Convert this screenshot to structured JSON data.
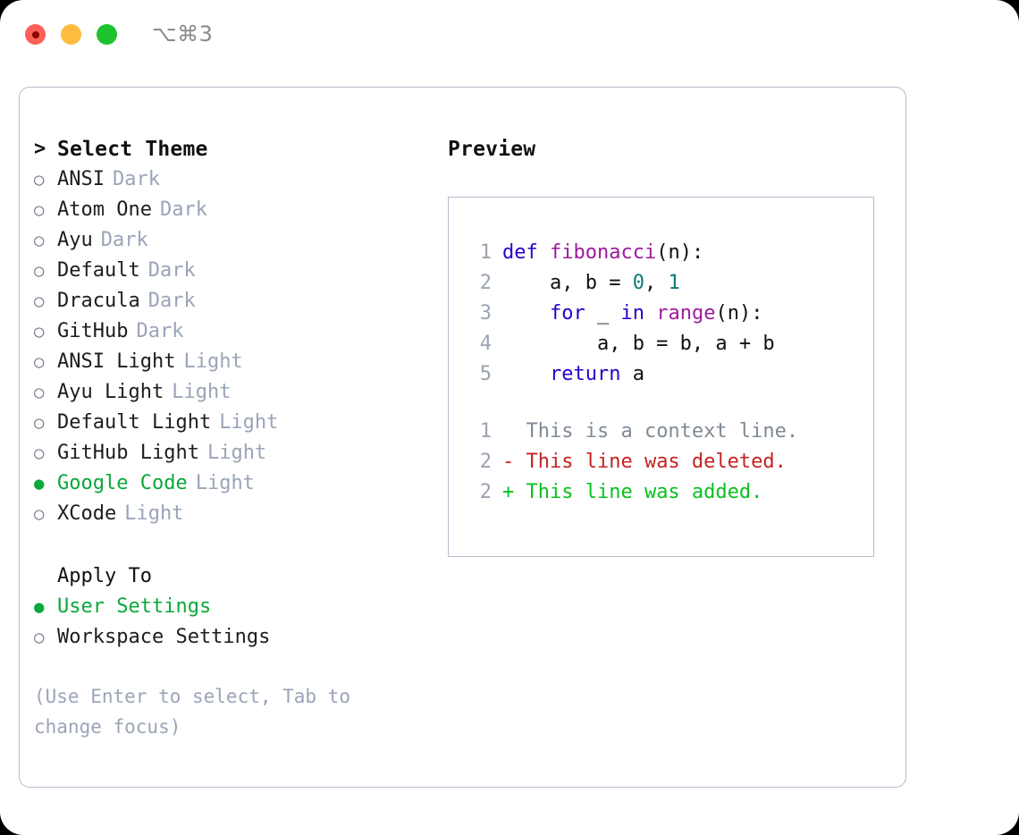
{
  "titlebar": {
    "shortcut": "⌥⌘3",
    "buttons": [
      {
        "name": "close",
        "color": "#fb6159"
      },
      {
        "name": "minimize",
        "color": "#fdbc40"
      },
      {
        "name": "maximize",
        "color": "#1ec22e"
      }
    ]
  },
  "theme_picker": {
    "heading_caret": ">",
    "heading": "Select Theme",
    "bullet_selected": "●",
    "bullet_unselected": "○",
    "items": [
      {
        "name": "ANSI",
        "tag": "Dark",
        "selected": false
      },
      {
        "name": "Atom One",
        "tag": "Dark",
        "selected": false
      },
      {
        "name": "Ayu",
        "tag": "Dark",
        "selected": false
      },
      {
        "name": "Default",
        "tag": "Dark",
        "selected": false
      },
      {
        "name": "Dracula",
        "tag": "Dark",
        "selected": false
      },
      {
        "name": "GitHub",
        "tag": "Dark",
        "selected": false
      },
      {
        "name": "ANSI Light",
        "tag": "Light",
        "selected": false
      },
      {
        "name": "Ayu Light",
        "tag": "Light",
        "selected": false
      },
      {
        "name": "Default Light",
        "tag": "Light",
        "selected": false
      },
      {
        "name": "GitHub Light",
        "tag": "Light",
        "selected": false
      },
      {
        "name": "Google Code",
        "tag": "Light",
        "selected": true
      },
      {
        "name": "XCode",
        "tag": "Light",
        "selected": false
      }
    ]
  },
  "apply_to": {
    "label": "Apply To",
    "options": [
      {
        "name": "User Settings",
        "selected": true
      },
      {
        "name": "Workspace Settings",
        "selected": false
      }
    ]
  },
  "hint": "(Use Enter to select, Tab to change focus)",
  "preview": {
    "title": "Preview",
    "code_lines": [
      {
        "num": "1",
        "tokens": [
          {
            "t": "def ",
            "c": "kw"
          },
          {
            "t": "fibonacci",
            "c": "fn"
          },
          {
            "t": "(n):",
            "c": "pln"
          }
        ]
      },
      {
        "num": "2",
        "tokens": [
          {
            "t": "    a, b = ",
            "c": "pln"
          },
          {
            "t": "0",
            "c": "num"
          },
          {
            "t": ", ",
            "c": "pln"
          },
          {
            "t": "1",
            "c": "num"
          }
        ]
      },
      {
        "num": "3",
        "tokens": [
          {
            "t": "    ",
            "c": "pln"
          },
          {
            "t": "for",
            "c": "kw"
          },
          {
            "t": " _ ",
            "c": "pln"
          },
          {
            "t": "in",
            "c": "kw"
          },
          {
            "t": " ",
            "c": "pln"
          },
          {
            "t": "range",
            "c": "fn"
          },
          {
            "t": "(n):",
            "c": "pln"
          }
        ]
      },
      {
        "num": "4",
        "tokens": [
          {
            "t": "        a, b = b, a + b",
            "c": "pln"
          }
        ]
      },
      {
        "num": "5",
        "tokens": [
          {
            "t": "    ",
            "c": "pln"
          },
          {
            "t": "return",
            "c": "kw"
          },
          {
            "t": " a",
            "c": "pln"
          }
        ]
      }
    ],
    "diff_lines": [
      {
        "num": "1",
        "marker": " ",
        "text": " This is a context line.",
        "c": "ctx"
      },
      {
        "num": "2",
        "marker": "-",
        "text": " This line was deleted.",
        "c": "del"
      },
      {
        "num": "2",
        "marker": "+",
        "text": " This line was added.",
        "c": "add"
      }
    ]
  },
  "colors": {
    "accent_green": "#0aa83c",
    "keyword": "#2a00c8",
    "function": "#9c1b9c",
    "number": "#0a7b7b",
    "diff_deleted": "#c62222",
    "diff_added": "#0ac020",
    "muted": "#9aa4b8",
    "border": "#b4bdcb"
  }
}
